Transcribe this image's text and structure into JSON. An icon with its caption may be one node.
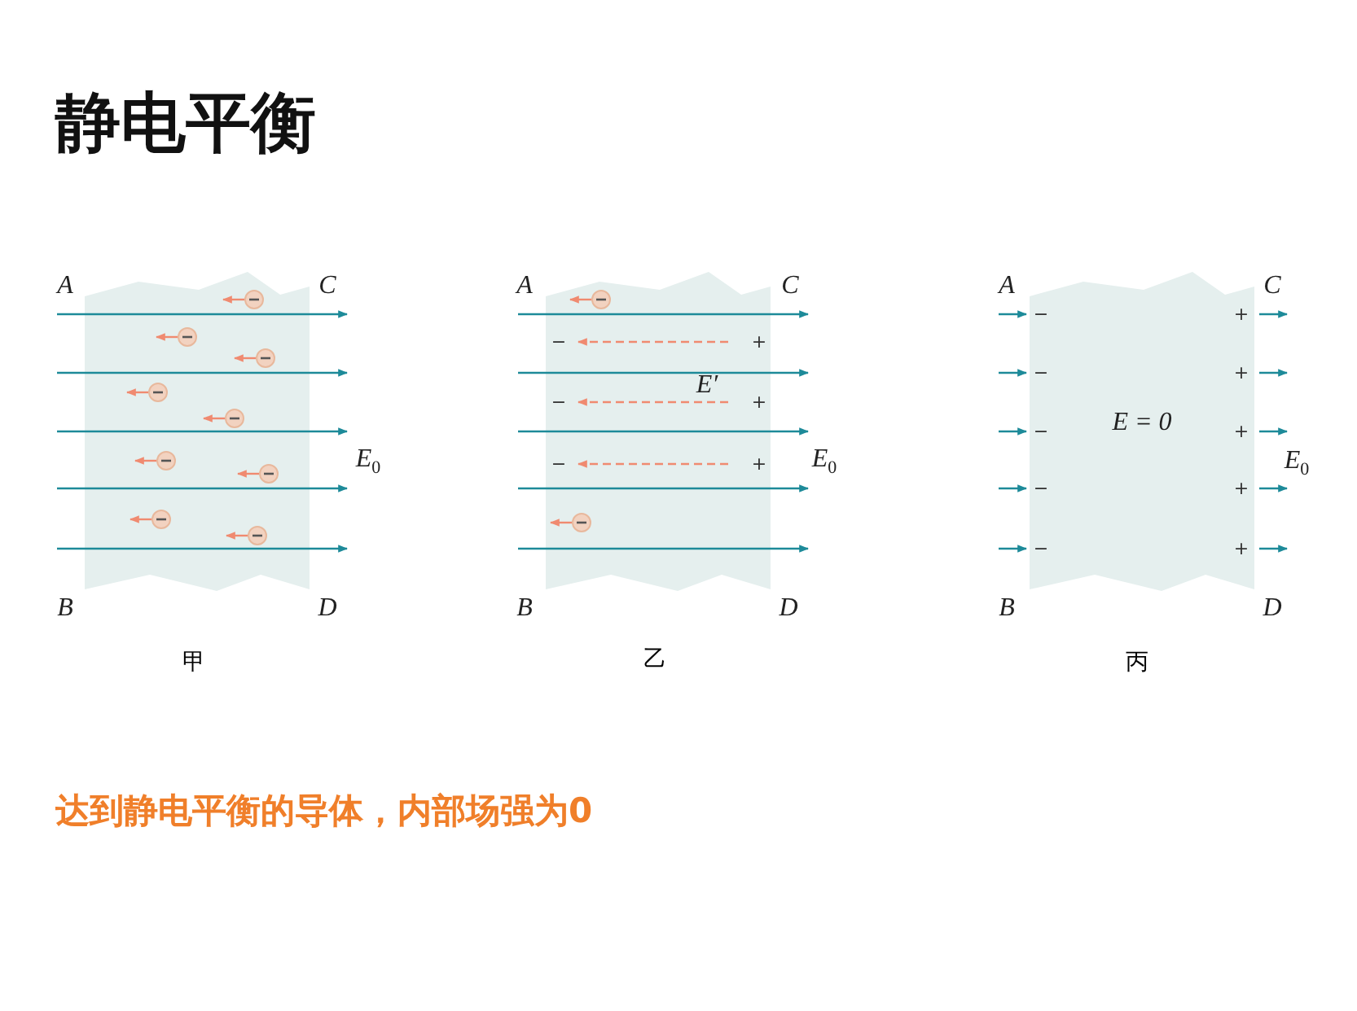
{
  "diagram": {
    "title": "静电平衡",
    "caption": "达到静电平衡的导体，内部场强为0",
    "nodes": [
      {
        "text": [],
        "shape": "box",
        "beside": [
          "甲"
        ]
      },
      {
        "text": [],
        "shape": "box",
        "beside": [
          "乙"
        ]
      },
      {
        "text": [
          "*E* = 0"
        ],
        "beside": [
          "丙"
        ]
      }
    ],
    "labels": [
      "A",
      "C",
      "*E*$_{0}$",
      "B",
      "D",
      "A",
      "C",
      "−",
      "+",
      "−",
      "*E*′",
      "+",
      "−",
      "+",
      "*E*$_{0}$",
      "B",
      "D",
      "A",
      "C",
      "−",
      "+",
      "−",
      "+",
      "−",
      "+",
      "*E*$_{0}$",
      "−",
      "+",
      "−",
      "+",
      "B",
      "D"
    ]
  }
}
